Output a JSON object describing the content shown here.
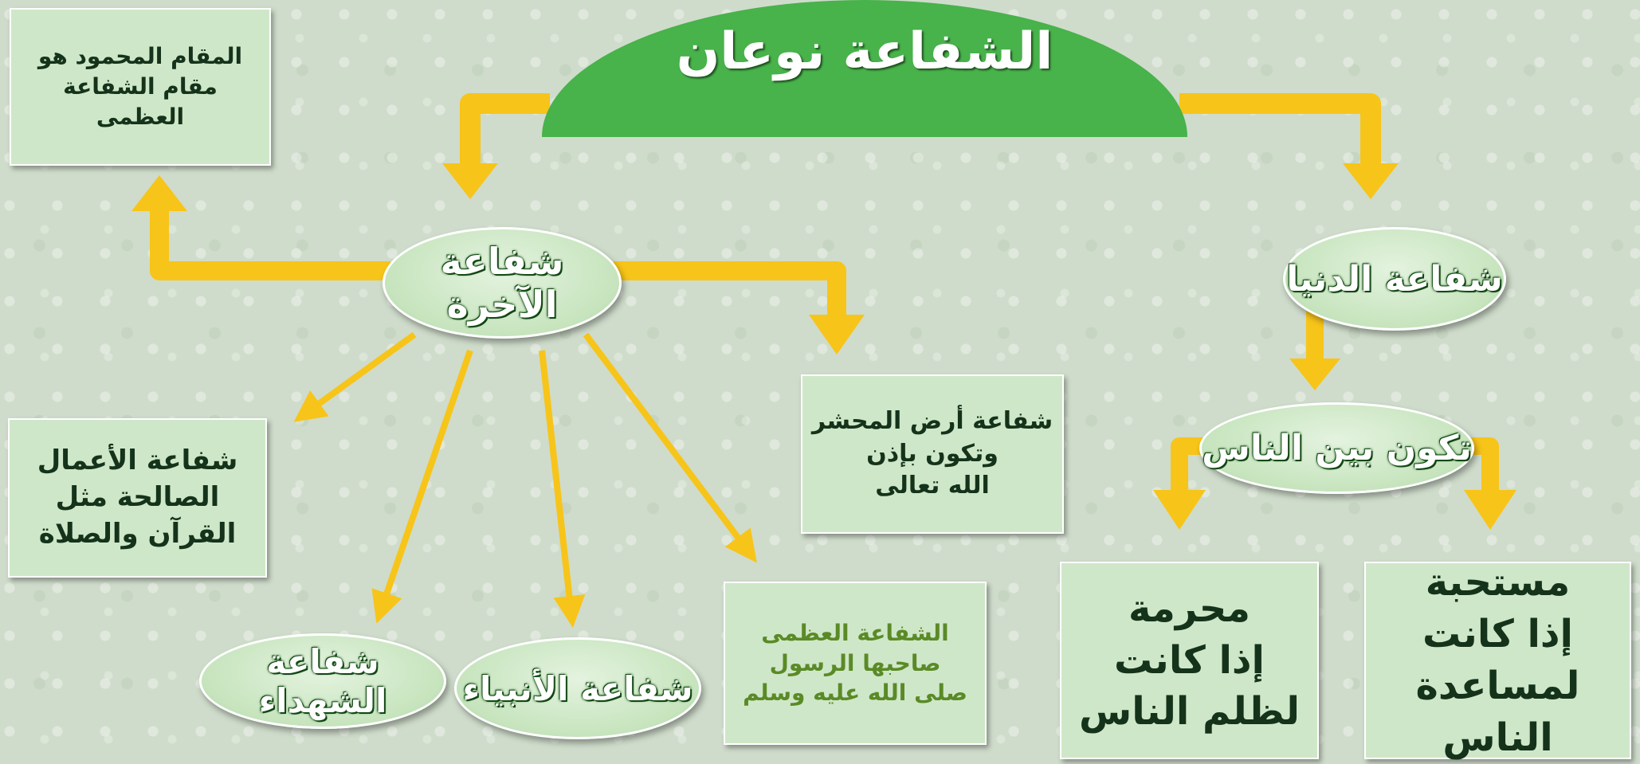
{
  "title": "الشفاعة نوعان",
  "nodes": {
    "akhira": "شفاعة الآخرة",
    "dunya": "شفاعة الدنيا",
    "bayn_nas": "تكون بين الناس",
    "shuhada": "شفاعة الشهداء",
    "anbiya": "شفاعة الأنبياء"
  },
  "boxes": {
    "maqam": [
      "المقام المحمود هو",
      "مقام الشفاعة",
      "العظمى"
    ],
    "aamal": [
      "شفاعة الأعمال",
      "الصالحة مثل",
      "القرآن والصلاة"
    ],
    "mahshar": [
      "شفاعة أرض المحشر",
      "وتكون بإذن",
      "الله تعالى"
    ],
    "uzma": [
      "الشفاعة العظمى",
      "صاحبها الرسول",
      "صلى الله عليه وسلم"
    ],
    "muharrama": [
      "محرمة",
      "إذا كانت",
      "لظلم الناس"
    ],
    "mustahabba": [
      "مستحبة",
      "إذا كانت",
      "لمساعدة الناس"
    ]
  },
  "colors": {
    "dome": "#48b24b",
    "arrow": "#f7c419",
    "box": "#cfe7c9",
    "text_dark": "#14331a"
  }
}
